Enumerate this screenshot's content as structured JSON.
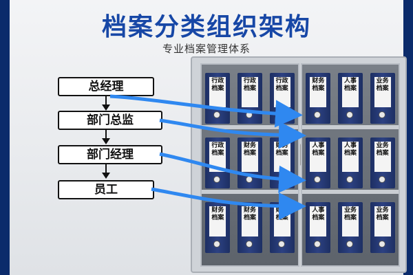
{
  "header": {
    "title": "档案分类组织架构",
    "subtitle": "专业档案管理体系"
  },
  "org_chart": {
    "levels": [
      {
        "label": "总经理"
      },
      {
        "label": "部门总监"
      },
      {
        "label": "部门经理"
      },
      {
        "label": "员工"
      }
    ]
  },
  "cabinet": {
    "left_door": [
      [
        "行政档案",
        "行政档案",
        "行政档案"
      ],
      [
        "行政档案",
        "财务档案",
        "财务档案"
      ],
      [
        "财务档案",
        "财务档案",
        "财务档案"
      ]
    ],
    "right_door": [
      [
        "财务档案",
        "人事档案",
        "业务档案"
      ],
      [
        "人事档案",
        "人事档案",
        "业务档案"
      ],
      [
        "人事档案",
        "业务档案",
        "业务档案"
      ]
    ]
  },
  "colors": {
    "title": "#1747a6",
    "arrow": "#2f88f0",
    "binder": "#233876",
    "side_bar": "#0b2b6b"
  }
}
